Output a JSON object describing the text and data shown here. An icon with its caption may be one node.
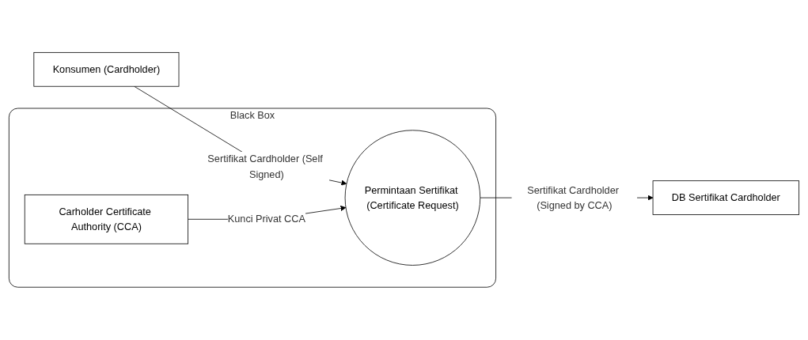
{
  "diagram": {
    "nodes": [
      {
        "text": [
          "Konsumen (Cardholder)"
        ]
      },
      {
        "text": [
          "Black Box"
        ]
      },
      {
        "text": [
          "Permintaan Sertifikat (Certificate Request)"
        ],
        "in": 1
      },
      {
        "text": [
          "Carholder Certificate Authority (CCA)"
        ],
        "in": 1
      },
      {
        "text": [
          "DB Sertifikat Cardholder"
        ]
      }
    ],
    "edges": [
      {
        "from": 0,
        "to": 2,
        "arrow": "to",
        "label": "Sertifikat Cardholder (Self Signed)"
      },
      {
        "from": 3,
        "to": 2,
        "arrow": "to",
        "label": "Kunci Privat CCA"
      },
      {
        "from": 2,
        "to": 4,
        "arrow": "to",
        "label": "Sertifikat Cardholder (Signed by CCA)"
      }
    ]
  }
}
